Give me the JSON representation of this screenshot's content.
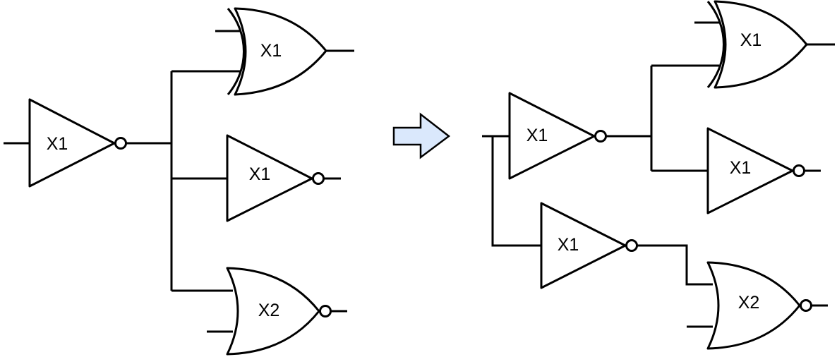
{
  "diagram": {
    "colors": {
      "stroke": "#000000",
      "gate_fill": "#ffffff",
      "arrow_fill": "#dae8fc"
    },
    "before": {
      "inverter_driver": {
        "label": "X1"
      },
      "xor_gate": {
        "label": "X1"
      },
      "inverter_load": {
        "label": "X1"
      },
      "nor_gate": {
        "label": "X2"
      }
    },
    "after": {
      "inverter_driver": {
        "label": "X1"
      },
      "xor_gate": {
        "label": "X1"
      },
      "inverter_load": {
        "label": "X1"
      },
      "inverter_buffer": {
        "label": "X1"
      },
      "nor_gate": {
        "label": "X2"
      }
    },
    "transform_arrow": {
      "icon": "right-arrow-icon"
    }
  }
}
